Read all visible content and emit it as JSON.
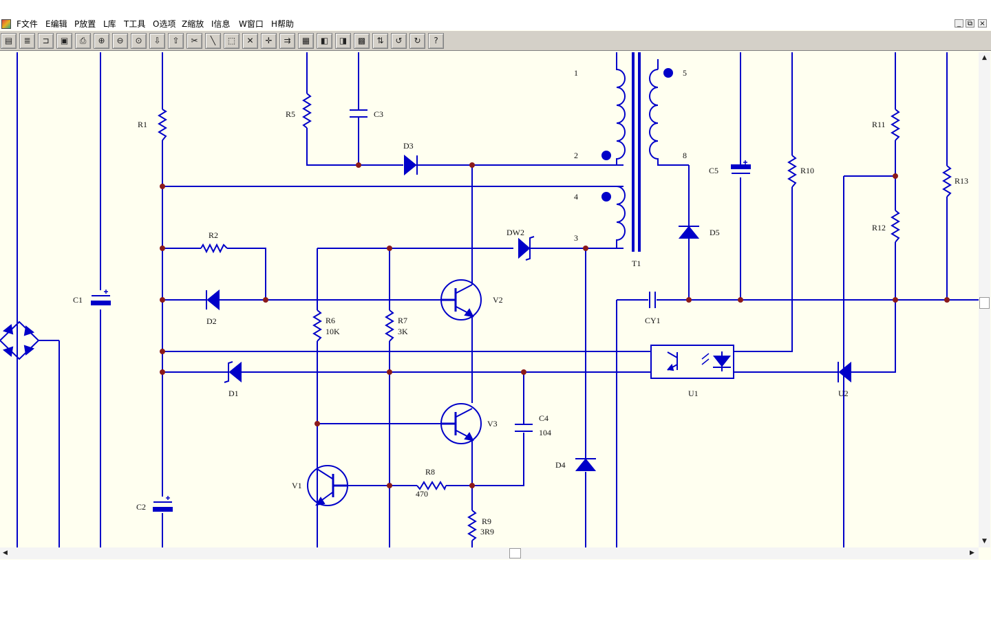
{
  "menu": {
    "items": [
      "F文件",
      "E编辑",
      "P放置",
      "L库",
      "T工具",
      "O选项",
      "Z缩放",
      "I信息",
      "W窗口",
      "H帮助"
    ]
  },
  "window_controls": {
    "minimize": "_",
    "restore": "⧉",
    "close": "×"
  },
  "toolbar": {
    "buttons": [
      {
        "name": "tree-icon",
        "glyph": "▤"
      },
      {
        "name": "component-library-icon",
        "glyph": "≣"
      },
      {
        "name": "open-folder-icon",
        "glyph": "⊐"
      },
      {
        "name": "save-icon",
        "glyph": "▣"
      },
      {
        "name": "print-icon",
        "glyph": "⎙"
      },
      {
        "name": "zoom-in-icon",
        "glyph": "⊕"
      },
      {
        "name": "zoom-out-icon",
        "glyph": "⊖"
      },
      {
        "name": "zoom-fit-icon",
        "glyph": "⊙"
      },
      {
        "name": "move-down-icon",
        "glyph": "⇩"
      },
      {
        "name": "move-up-icon",
        "glyph": "⇧"
      },
      {
        "name": "cut-wire-icon",
        "glyph": "✂"
      },
      {
        "name": "draw-line-icon",
        "glyph": "╲"
      },
      {
        "name": "select-box-icon",
        "glyph": "⬚"
      },
      {
        "name": "cross-icon",
        "glyph": "✕"
      },
      {
        "name": "move-icon",
        "glyph": "✛"
      },
      {
        "name": "bus-icon",
        "glyph": "⇉"
      },
      {
        "name": "chip-icon",
        "glyph": "▦"
      },
      {
        "name": "book-icon",
        "glyph": "◧"
      },
      {
        "name": "open-book-icon",
        "glyph": "◨"
      },
      {
        "name": "grid-icon",
        "glyph": "▩"
      },
      {
        "name": "align-icon",
        "glyph": "⇅"
      },
      {
        "name": "rotate-left-icon",
        "glyph": "↺"
      },
      {
        "name": "rotate-right-icon",
        "glyph": "↻"
      },
      {
        "name": "help-icon",
        "glyph": "?"
      }
    ]
  },
  "labels": {
    "R1": "R1",
    "R2": "R2",
    "R5": "R5",
    "C3": "C3",
    "D3": "D3",
    "C1": "C1",
    "D2": "D2",
    "D1": "D1",
    "R6": "R6",
    "R6v": "10K",
    "R7": "R7",
    "R7v": "3K",
    "V2": "V2",
    "V3": "V3",
    "V1": "V1",
    "C4": "C4",
    "C4v": "104",
    "R8": "R8",
    "R8v": "470",
    "R9": "R9",
    "R9v": "3R9",
    "C2": "C2",
    "DW2": "DW2",
    "D4": "D4",
    "T1": "T1",
    "CY1": "CY1",
    "U1": "U1",
    "U2": "U2",
    "D5": "D5",
    "C5": "C5",
    "R10": "R10",
    "R11": "R11",
    "R12": "R12",
    "R13": "R13",
    "p1": "1",
    "p2": "2",
    "p3": "3",
    "p4": "4",
    "p5": "5",
    "p8": "8"
  },
  "colors": {
    "wire": "#0000c8",
    "junction": "#8b1a1a",
    "canvas": "#fffff0",
    "toolbar": "#d4d0c8"
  }
}
